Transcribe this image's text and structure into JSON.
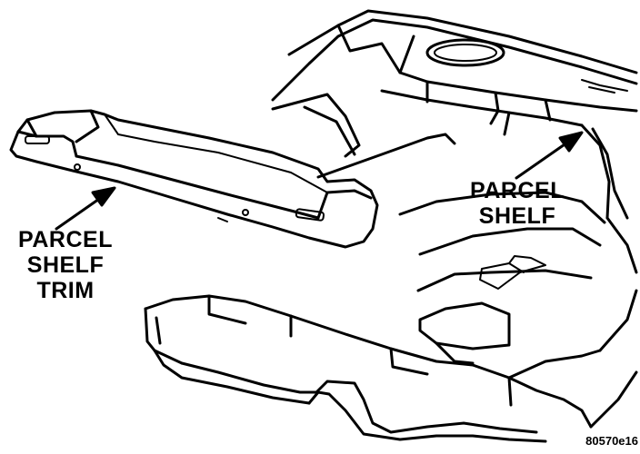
{
  "labels": {
    "parcel_shelf_trim": [
      "PARCEL",
      "SHELF",
      "TRIM"
    ],
    "parcel_shelf": [
      "PARCEL",
      "SHELF"
    ]
  },
  "figure_id": "80570e16",
  "colors": {
    "ink": "#000000",
    "paper": "#ffffff"
  }
}
